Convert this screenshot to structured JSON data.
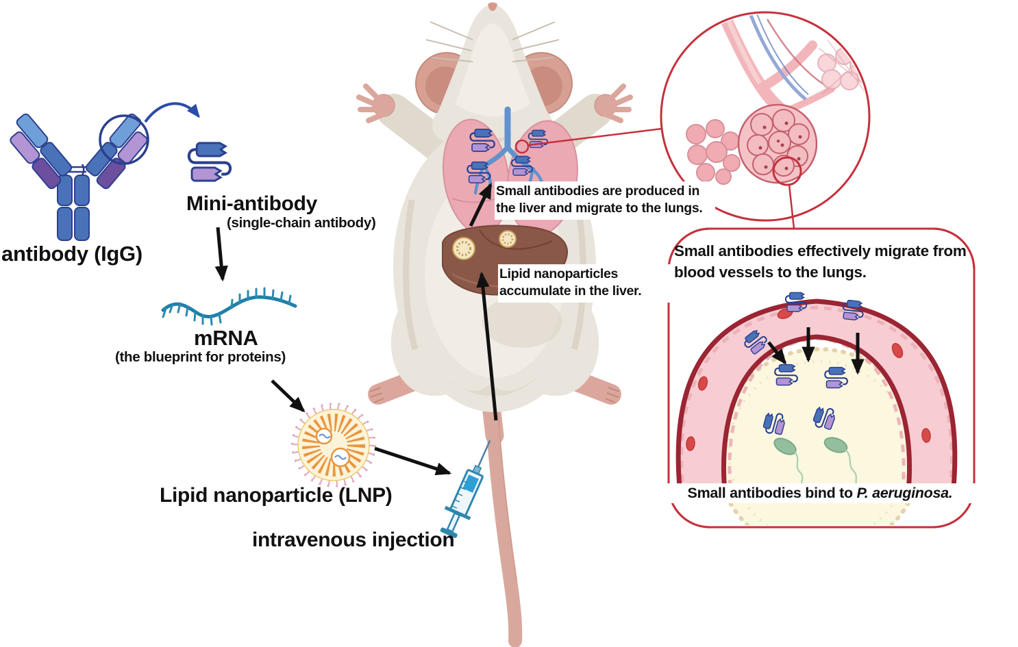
{
  "labels": {
    "antibody_igg": "antibody (IgG)",
    "mini_antibody": "Mini-antibody",
    "mini_antibody_subtitle": "(single-chain antibody)",
    "mrna": "mRNA",
    "mrna_subtitle": "(the blueprint for proteins)",
    "lipid_nanoparticle": "Lipid nanoparticle (LNP)",
    "intravenous_injection": "intravenous injection"
  },
  "annotations": {
    "liver_production": "Small antibodies are produced in the liver and migrate to the lungs.",
    "lnp_accumulation": "Lipid nanoparticles accumulate in the liver.",
    "panel_heading": "Small antibodies effectively migrate from blood vessels to the lungs.",
    "panel_caption_prefix": "Small antibodies bind to ",
    "panel_caption_species": "P. aeruginosa."
  },
  "icons": {
    "igg_antibody": "Y-shaped IgG antibody",
    "fv_region_highlight": "circle highlighting antibody binding fragment",
    "mini_antibody": "single-chain mini-antibody",
    "mrna_strand": "wavy mRNA strand",
    "lipid_nanoparticle": "spiked lipid nanoparticle sphere",
    "syringe": "syringe injecting the mouse tail vein",
    "mouse": "laboratory mouse, ventral view",
    "lungs": "mouse lungs with bronchial tree",
    "liver": "mouse liver with accumulated nanoparticles",
    "alveoli_magnifier": "magnified circle of lung alveoli",
    "blood_vessel_arch": "blood vessel arching over an alveolus",
    "red_blood_cell": "red blood cell",
    "bacterium": "P. aeruginosa bacterium with flagellum"
  },
  "colors": {
    "accent_red": "#c5303c",
    "text_black": "#111111",
    "arrow_black": "#111111",
    "arrow_blue": "#2b4da8",
    "antibody_blue": "#4a72b8",
    "antibody_light_blue": "#6f9fd8",
    "antibody_dark_purple": "#6d4fa0",
    "antibody_light_purple": "#b394d4",
    "linker_navy": "#2b3f8f",
    "mrna_teal": "#1f7fa8",
    "lnp_orange": "#e8963f",
    "lnp_cream": "#fdf3d9",
    "mouse_body": "#e9e4dc",
    "mouse_pink": "#dba79c",
    "lung_pink": "#eba9b4",
    "bronchi_blue": "#6292cc",
    "liver_brown": "#8a5848",
    "vessel_dark_red": "#9b2532",
    "vessel_pink": "#f7cdd3",
    "alveolus_cream": "#fcf7df",
    "bacteria_green": "#93bf9f",
    "syringe_blue": "#2e86ad"
  }
}
